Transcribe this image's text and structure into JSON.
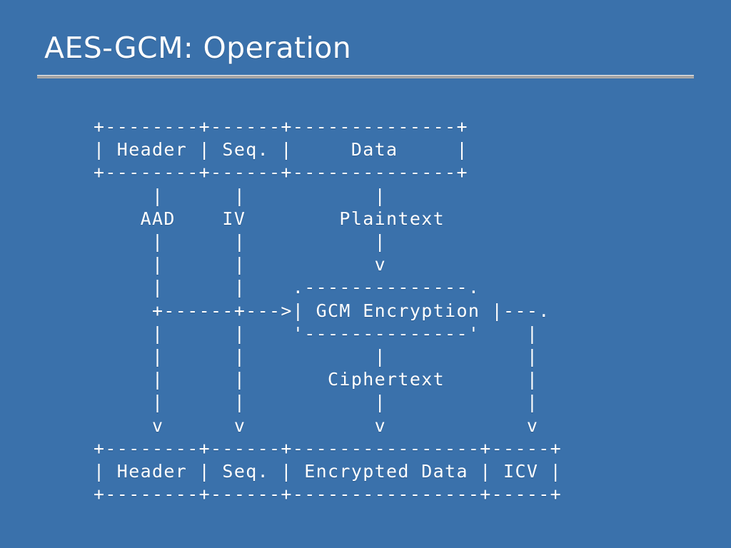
{
  "slide": {
    "title": "AES-GCM: Operation",
    "background_color": "#3a71ab",
    "text_color": "#ffffff",
    "rule_color": "#a6a6a6"
  },
  "diagram": {
    "type": "ascii-art",
    "description": "AES-GCM packet transformation: input packet fields feed AAD, IV and Plaintext into GCM Encryption, producing an output packet with Encrypted Data and ICV.",
    "input_packet": {
      "fields": [
        "Header",
        "Seq.",
        "Data"
      ]
    },
    "signals": [
      "AAD",
      "IV",
      "Plaintext",
      "Ciphertext"
    ],
    "process_box": "GCM Encryption",
    "output_packet": {
      "fields": [
        "Header",
        "Seq.",
        "Encrypted Data",
        "ICV"
      ]
    },
    "lines": [
      "+--------+------+--------------+",
      "| Header | Seq. |     Data     |",
      "+--------+------+--------------+",
      "     |      |           |",
      "    AAD    IV        Plaintext",
      "     |      |           |",
      "     |      |           v",
      "     |      |    .--------------.",
      "     +------+--->| GCM Encryption |---.",
      "     |      |    '--------------'    |",
      "     |      |           |            |",
      "     |      |       Ciphertext       |",
      "     |      |           |            |",
      "     v      v           v            v",
      "+--------+------+----------------+-----+",
      "| Header | Seq. | Encrypted Data | ICV |",
      "+--------+------+----------------+-----+"
    ]
  }
}
